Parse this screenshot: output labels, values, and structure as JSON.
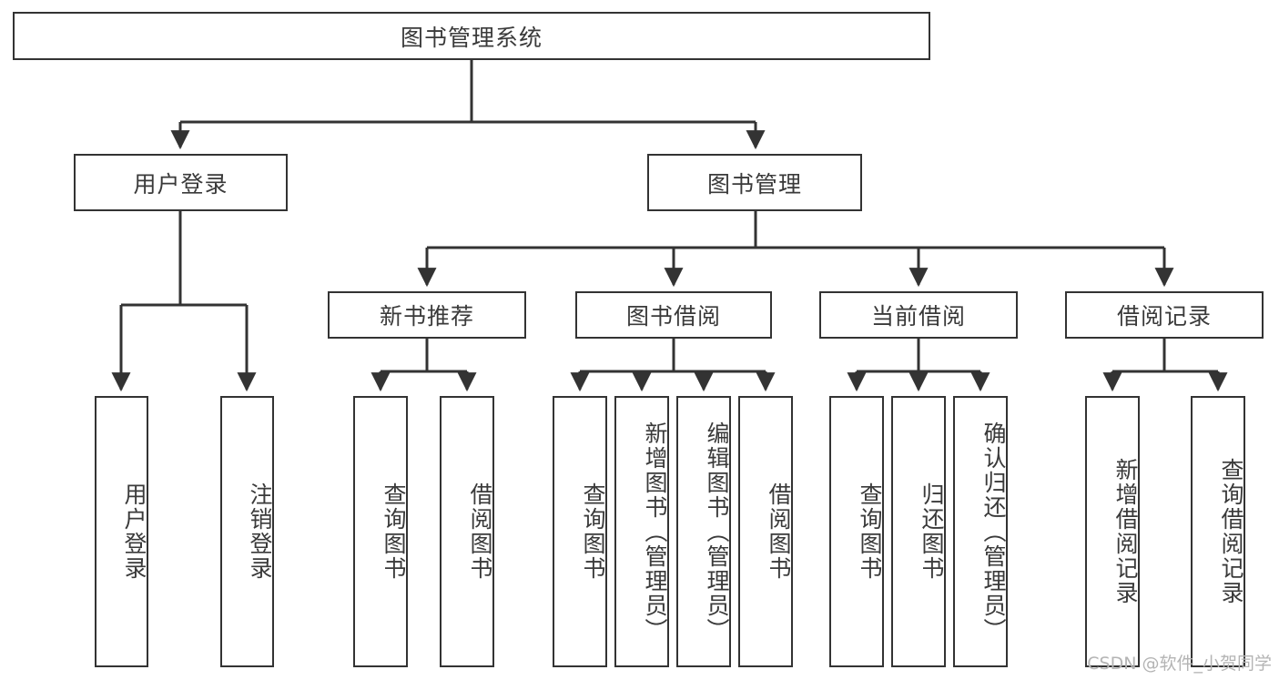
{
  "diagram": {
    "type": "tree-hierarchy",
    "root": {
      "label": "图书管理系统"
    },
    "level2": [
      {
        "label": "用户登录"
      },
      {
        "label": "图书管理"
      }
    ],
    "level3": [
      {
        "label": "新书推荐"
      },
      {
        "label": "图书借阅"
      },
      {
        "label": "当前借阅"
      },
      {
        "label": "借阅记录"
      }
    ],
    "leaves": {
      "user_login": [
        {
          "label": "用户登录"
        },
        {
          "label": "注销登录"
        }
      ],
      "new_book_recommend": [
        {
          "label": "查询图书"
        },
        {
          "label": "借阅图书"
        }
      ],
      "book_borrow": [
        {
          "label": "查询图书"
        },
        {
          "label": "新增图书（管理员）"
        },
        {
          "label": "编辑图书（管理员）"
        },
        {
          "label": "借阅图书"
        }
      ],
      "current_borrow": [
        {
          "label": "查询图书"
        },
        {
          "label": "归还图书"
        },
        {
          "label": "确认归还（管理员）"
        }
      ],
      "borrow_record": [
        {
          "label": "新增借阅记录"
        },
        {
          "label": "查询借阅记录"
        }
      ]
    }
  },
  "watermark": {
    "text": "CSDN @软件_小贺同学"
  },
  "colors": {
    "border": "#333333",
    "background": "#ffffff",
    "text": "#3a3a3a",
    "watermark": "#b4b4b4"
  }
}
